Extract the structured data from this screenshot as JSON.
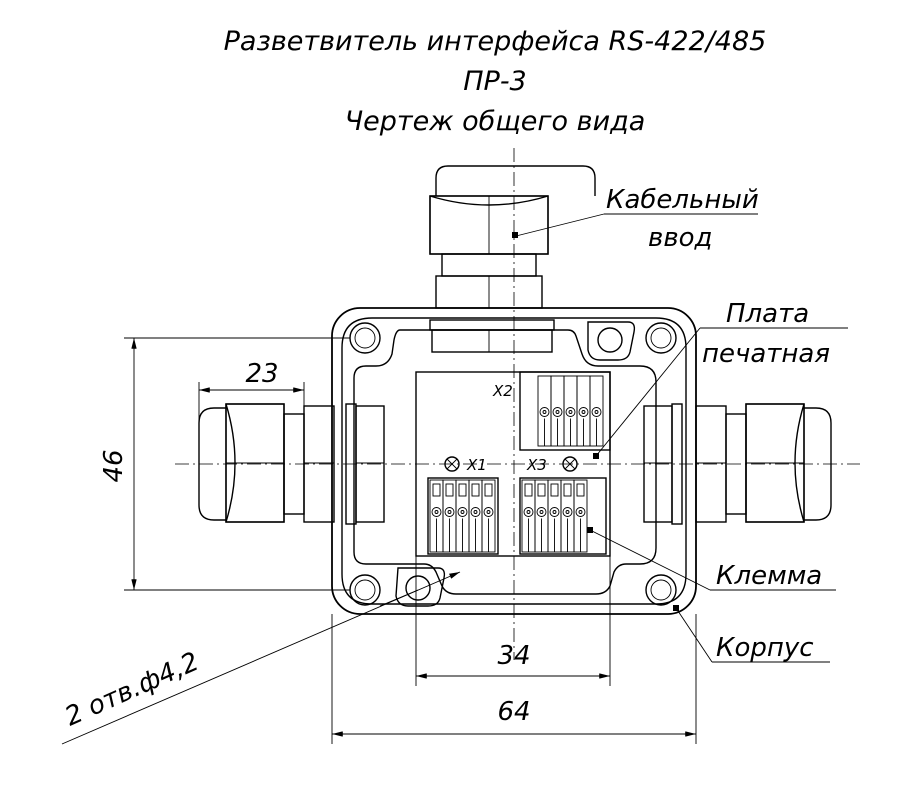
{
  "title": {
    "line1": "Разветвитель интерфейса RS-422/485",
    "line2": "ПР-3",
    "line3": "Чертеж общего вида"
  },
  "callouts": {
    "cable_entry_1": "Кабельный",
    "cable_entry_2": "ввод",
    "pcb_1": "Плата",
    "pcb_2": "печатная",
    "terminal": "Клемма",
    "housing": "Корпус",
    "holes": "2 отв.ф4,2"
  },
  "connectors": {
    "x1": "X1",
    "x2": "X2",
    "x3": "X3"
  },
  "dimensions": {
    "width_outer": "64",
    "width_board": "34",
    "gland_length": "23",
    "height_holes": "46"
  }
}
